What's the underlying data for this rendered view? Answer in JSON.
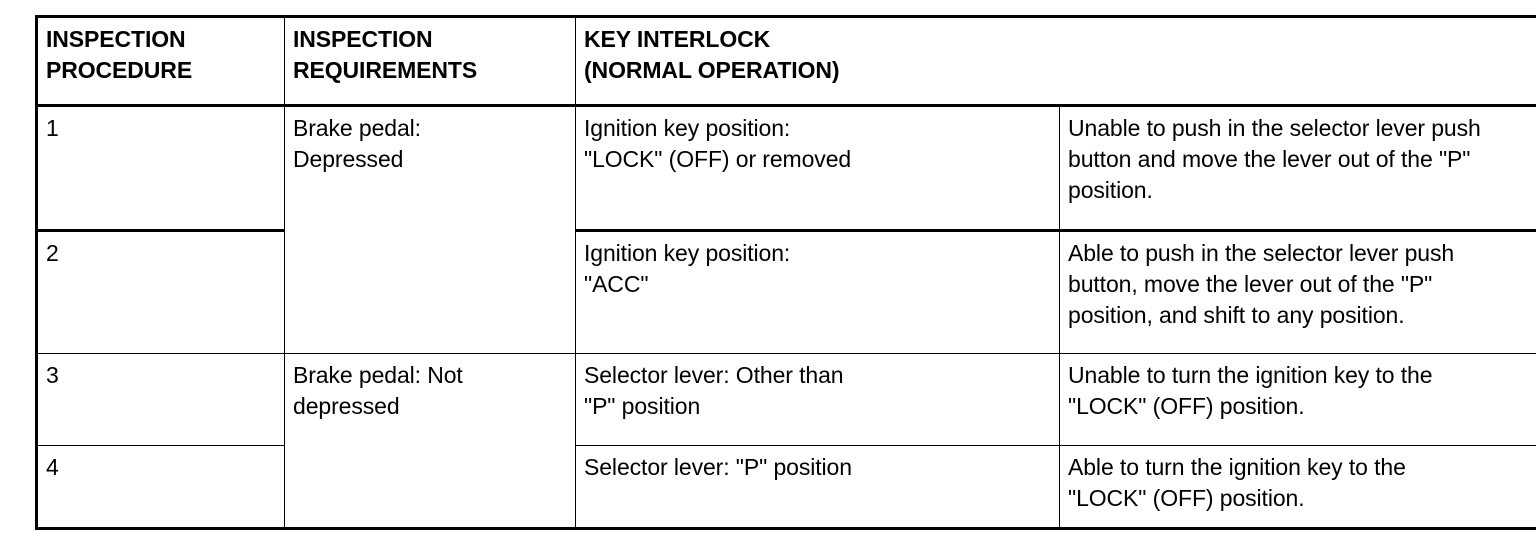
{
  "table": {
    "headers": [
      {
        "id": "inspection-procedure",
        "lines": [
          "INSPECTION",
          "PROCEDURE"
        ]
      },
      {
        "id": "inspection-requirements",
        "lines": [
          "INSPECTION",
          "REQUIREMENTS"
        ]
      },
      {
        "id": "key-interlock",
        "lines": [
          "KEY INTERLOCK",
          "(NORMAL OPERATION)"
        ]
      }
    ],
    "header_text": {
      "col1_line1": "INSPECTION",
      "col1_line2": "PROCEDURE",
      "col2_line1": "INSPECTION",
      "col2_line2": "REQUIREMENTS",
      "col34_line1": "KEY INTERLOCK",
      "col34_line2": "(NORMAL OPERATION)"
    },
    "rows": [
      {
        "procedure": "1",
        "requirement_line1": "Brake pedal:",
        "requirement_line2": "Depressed",
        "condition_line1": "Ignition key position:",
        "condition_line2": "\"LOCK\" (OFF) or removed",
        "result_line1": "Unable to push in the selector lever push",
        "result_line2": "button and move the lever out of the \"P\"",
        "result_line3": "position."
      },
      {
        "procedure": "2",
        "condition_line1": "Ignition key position:",
        "condition_line2": "\"ACC\"",
        "result_line1": "Able to push in the selector lever push",
        "result_line2": "button, move the lever out of the \"P\"",
        "result_line3": "position, and shift to any position."
      },
      {
        "procedure": "3",
        "requirement_line1": "Brake pedal: Not",
        "requirement_line2": "depressed",
        "condition_line1": "Selector lever: Other than",
        "condition_line2": "\"P\" position",
        "result_line1": "Unable to turn the ignition key to the",
        "result_line2": "\"LOCK\" (OFF) position."
      },
      {
        "procedure": "4",
        "condition_line1": "Selector lever: \"P\" position",
        "condition_line2": "",
        "result_line1": "Able to turn the ignition key to the",
        "result_line2": "\"LOCK\" (OFF) position."
      }
    ]
  },
  "colors": {
    "border": "#000000",
    "text": "#000000",
    "background": "#ffffff"
  }
}
